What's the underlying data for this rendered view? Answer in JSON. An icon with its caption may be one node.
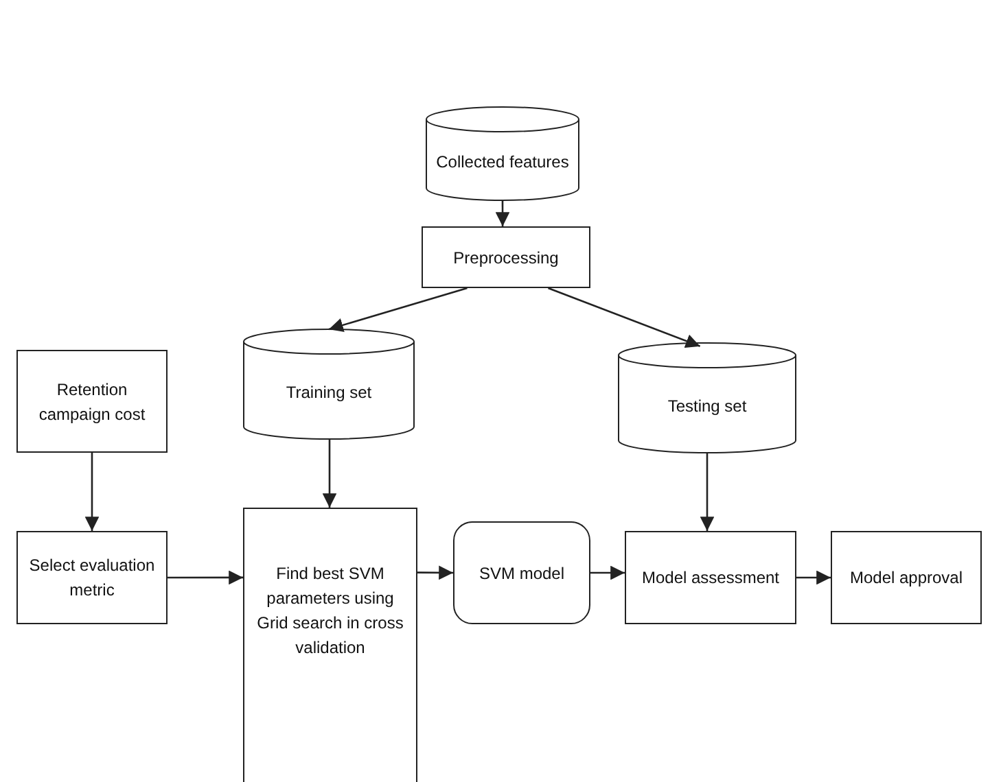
{
  "diagram": {
    "nodes": [
      {
        "text": [
          "Collected features"
        ]
      },
      {
        "text": [
          "Preprocessing"
        ]
      },
      {
        "text": [
          "Training set"
        ]
      },
      {
        "text": [
          "Testing set"
        ]
      },
      {
        "text": [
          "Retention campaign cost"
        ]
      },
      {
        "text": [
          "Select evaluation metric"
        ]
      },
      {
        "text": [
          "Find best SVM parameters using Grid search in cross validation"
        ]
      },
      {
        "text": [
          "SVM model"
        ]
      },
      {
        "text": [
          "Model assessment"
        ]
      },
      {
        "text": [
          "Model approval"
        ]
      }
    ],
    "edges": [
      {
        "from": 0,
        "to": 1,
        "arrow": "to"
      },
      {
        "from": 1,
        "to": 2,
        "arrow": "to"
      },
      {
        "from": 1,
        "to": 3,
        "arrow": "to"
      },
      {
        "from": 4,
        "to": 5,
        "arrow": "to"
      },
      {
        "from": 2,
        "to": 6,
        "arrow": "to"
      },
      {
        "from": 5,
        "to": 6,
        "arrow": "to"
      },
      {
        "from": 6,
        "to": 7,
        "arrow": "to"
      },
      {
        "from": 7,
        "to": 8,
        "arrow": "to"
      },
      {
        "from": 3,
        "to": 8,
        "arrow": "to"
      },
      {
        "from": 8,
        "to": 9,
        "arrow": "to"
      }
    ]
  }
}
